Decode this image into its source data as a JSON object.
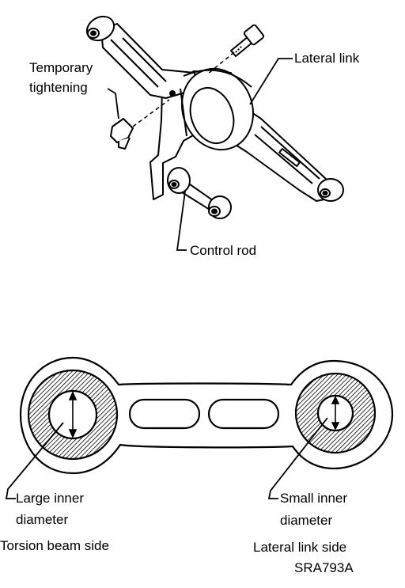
{
  "upper_figure": {
    "labels": {
      "temporary_line1": "Temporary",
      "temporary_line2": "tightening",
      "lateral_link": "Lateral link",
      "control_rod": "Control rod"
    }
  },
  "lower_figure": {
    "labels": {
      "large_line1": "Large inner",
      "large_line2": "diameter",
      "small_line1": "Small inner",
      "small_line2": "diameter",
      "torsion_side": "Torsion beam side",
      "lateral_side": "Lateral link side"
    }
  },
  "figure_code": "SRA793A"
}
